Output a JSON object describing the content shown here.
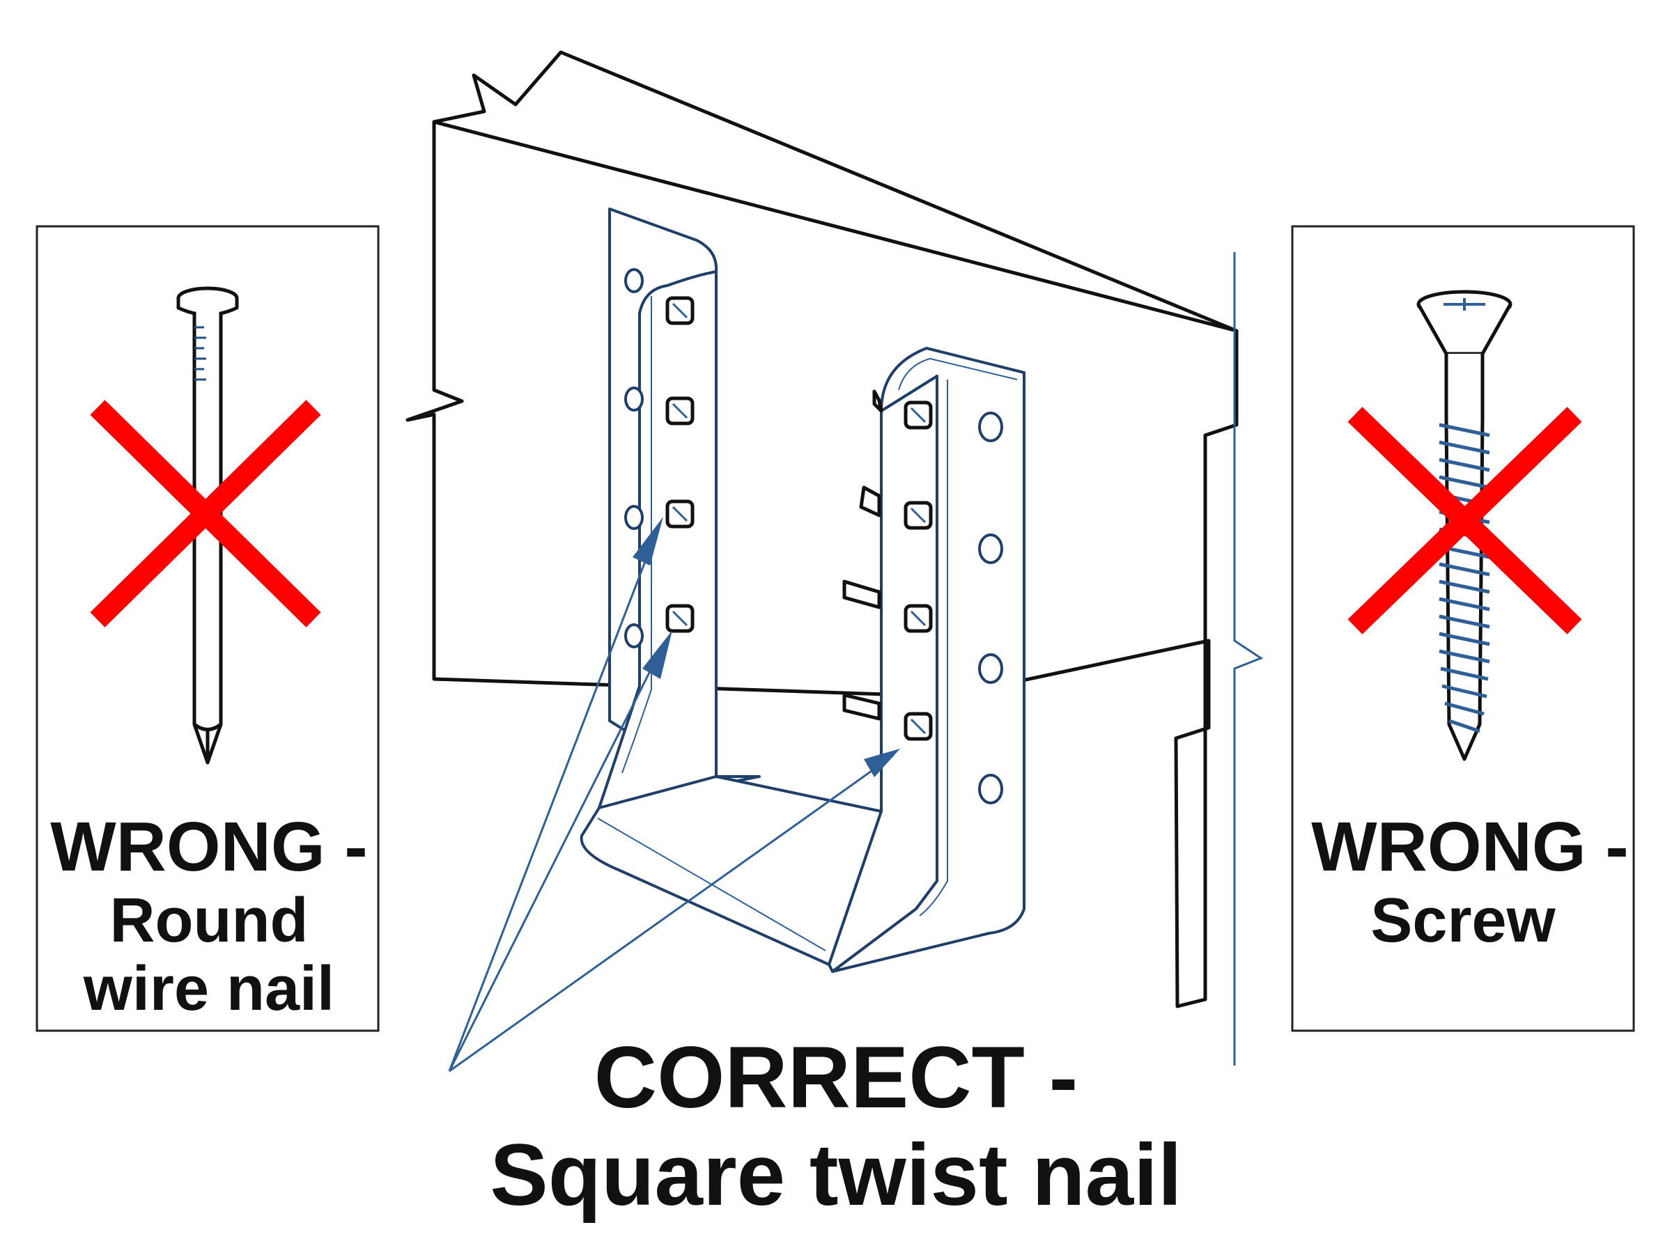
{
  "panels": {
    "left": {
      "title": "WRONG -",
      "line1": "Round",
      "line2": "wire nail",
      "icon": "round-wire-nail-icon",
      "mark": "red-x-icon"
    },
    "right": {
      "title": "WRONG -",
      "line1": "Screw",
      "icon": "screw-icon",
      "mark": "red-x-icon"
    }
  },
  "caption": {
    "title": "CORRECT -",
    "subtitle": "Square twist nail"
  },
  "colors": {
    "ink": "#111111",
    "blue": "#2f5f97",
    "red": "#ff0000",
    "background": "#ffffff"
  }
}
